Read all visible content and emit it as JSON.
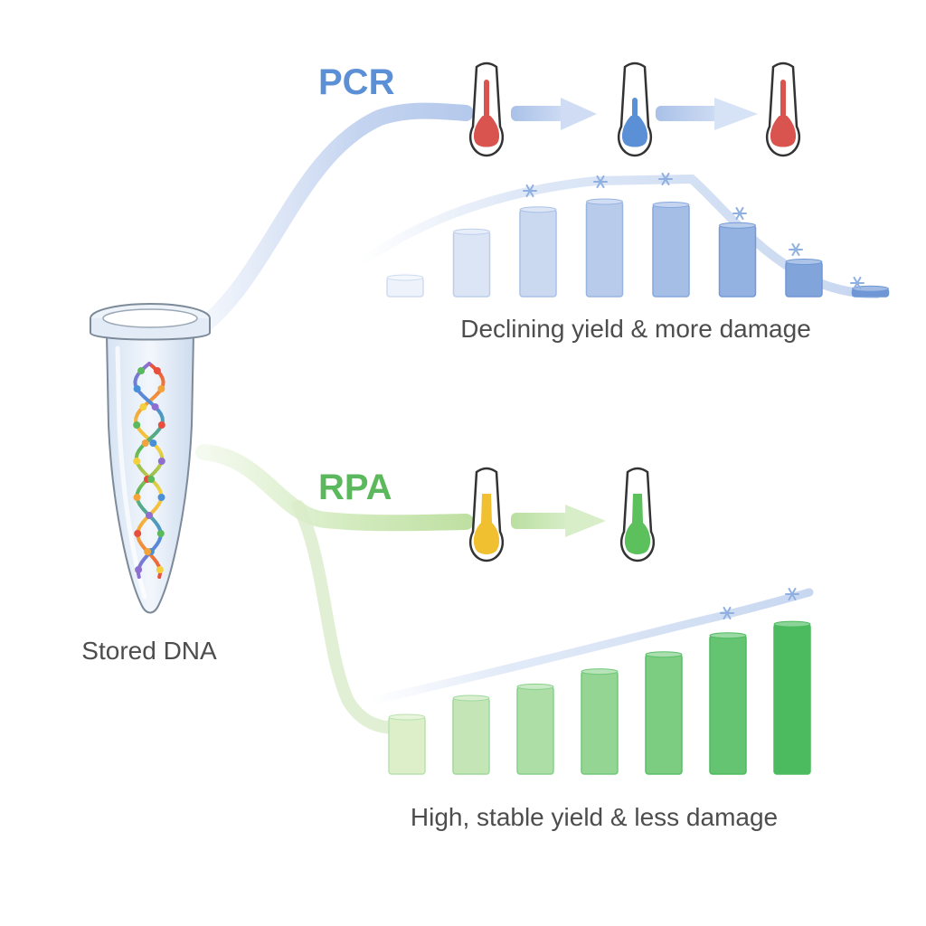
{
  "source": {
    "label": "Stored DNA"
  },
  "pcr": {
    "label": "PCR",
    "label_color": "#5b8fd6",
    "thermometers": [
      {
        "icon": "thermometer-hot-icon",
        "level": "high",
        "color": "#d9534f"
      },
      {
        "icon": "thermometer-cold-icon",
        "level": "low",
        "color": "#5b8fd6"
      },
      {
        "icon": "thermometer-hot-icon",
        "level": "high",
        "color": "#d9534f"
      }
    ],
    "caption": "Declining yield & more damage",
    "bar_color_start": "#eef2fb",
    "bar_color_end": "#6f97d6",
    "yield_levels": [
      0.12,
      0.41,
      0.55,
      0.6,
      0.58,
      0.45,
      0.22,
      0.05
    ]
  },
  "rpa": {
    "label": "RPA",
    "label_color": "#5cb85c",
    "thermometers": [
      {
        "icon": "thermometer-warm-icon",
        "level": "medium",
        "color": "#f0c030"
      },
      {
        "icon": "thermometer-warm-icon",
        "level": "medium",
        "color": "#5cc05c"
      }
    ],
    "caption": "High, stable yield & less damage",
    "bar_color_start": "#dcefc9",
    "bar_color_end": "#4cbb5f",
    "yield_levels": [
      0.3,
      0.4,
      0.46,
      0.54,
      0.63,
      0.73,
      0.79
    ]
  },
  "colors": {
    "pcr_path": "#b5c9ec",
    "rpa_path": "#c9e6b0",
    "damage_marker": "#8fb0e0",
    "tube_outline": "#7d8a99",
    "tube_fill": "#e8f0fa"
  },
  "dna_strand_colors": [
    "#e94e3c",
    "#f2a43a",
    "#f4d03f",
    "#5cb85c",
    "#4a90d9",
    "#8e6fd0"
  ]
}
